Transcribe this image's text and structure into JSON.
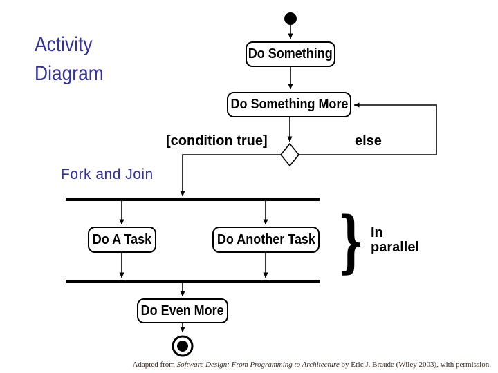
{
  "slide": {
    "title": "Activity Diagram",
    "section_label": "Fork and Join",
    "attribution_prefix": "Adapted from ",
    "attribution_book": "Software Design: From Programming to Architecture",
    "attribution_suffix": " by Eric J. Braude (Wiley 2003), with permission."
  },
  "diagram": {
    "type": "uml-activity",
    "nodes": {
      "do_something": "Do Something",
      "do_something_more": "Do Something More",
      "do_a_task": "Do A Task",
      "do_another_task": "Do Another Task",
      "do_even_more": "Do Even More"
    },
    "guards": {
      "condition_true": "[condition true]",
      "else_label": "else"
    },
    "annotation": {
      "brace": "}",
      "in_parallel": "In parallel"
    }
  },
  "colors": {
    "heading_blue": "#33339B",
    "diagram_black": "#000000",
    "attribution_brown": "#3A2A1C",
    "background": "#FFFFFF"
  }
}
